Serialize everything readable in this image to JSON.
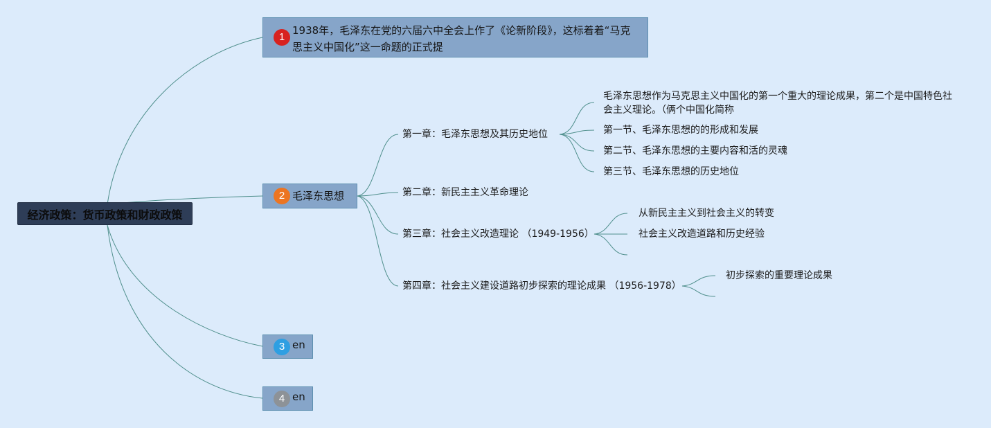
{
  "root": {
    "label": "经济政策：货币政策和财政政策"
  },
  "branches": [
    {
      "num": "1",
      "label": "1938年，毛泽东在党的六届六中全会上作了《论新阶段》，这标着着“马克思主义中国化”这一命题的正式提"
    },
    {
      "num": "2",
      "label": "毛泽东思想"
    },
    {
      "num": "3",
      "label": "en"
    },
    {
      "num": "4",
      "label": "en"
    }
  ],
  "chapters": [
    {
      "label": "第一章：毛泽东思想及其历史地位",
      "children": [
        "毛泽东思想作为马克思主义中国化的第一个重大的理论成果，第二个是中国特色社会主义理论。（俩个中国化简称",
        "第一节、毛泽东思想的的形成和发展",
        "第二节、毛泽东思想的主要内容和活的灵魂",
        "第三节、毛泽东思想的历史地位"
      ]
    },
    {
      "label": "第二章：新民主主义革命理论",
      "children": []
    },
    {
      "label": "第三章：社会主义改造理论 （1949-1956）",
      "children": [
        "从新民主主义到社会主义的转变",
        "社会主义改造道路和历史经验",
        ""
      ]
    },
    {
      "label": "第四章：社会主义建设道路初步探索的理论成果 （1956-1978）",
      "children": [
        "初步探索的重要理论成果",
        ""
      ]
    }
  ],
  "colors": {
    "background": "#dcebfb",
    "root": "#2e3d57",
    "branch": "#86a5c9",
    "connector": "#4f8f8c"
  }
}
